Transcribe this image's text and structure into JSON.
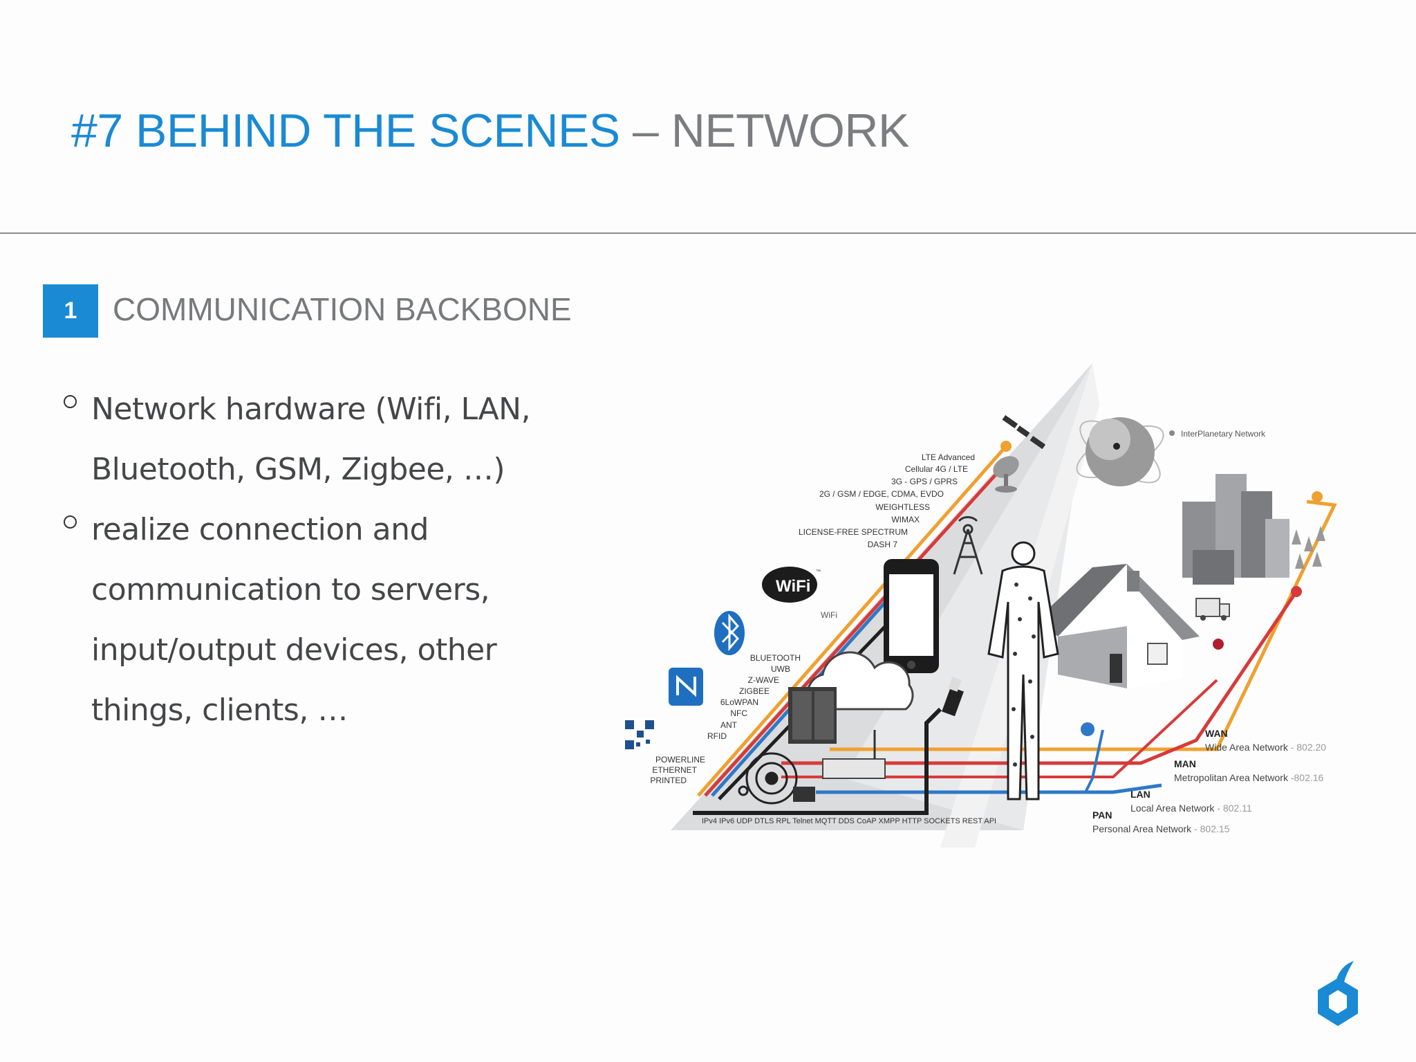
{
  "slide": {
    "title": {
      "number_part": "#7 BEHIND THE SCENES",
      "dash": " – ",
      "topic_part": "NETWORK"
    },
    "section": {
      "number": "1",
      "heading": "COMMUNICATION BACKBONE"
    },
    "bullets": [
      {
        "lines": [
          "Network hardware (Wifi, LAN,",
          "Bluetooth, GSM, Zigbee, …)"
        ]
      },
      {
        "lines": [
          "realize connection and",
          "communication to servers,",
          "input/output devices, other",
          "things, clients, …"
        ]
      }
    ]
  },
  "diagram": {
    "cellular_labels": [
      "LTE Advanced",
      "Cellular 4G / LTE",
      "3G - GPS / GPRS",
      "2G / GSM / EDGE, CDMA, EVDO",
      "WEIGHTLESS",
      "WIMAX",
      "LICENSE-FREE SPECTRUM",
      "DASH 7"
    ],
    "wifi_logo_text": "WiFi",
    "wifi_tm": "™",
    "wifi_label": "WiFi",
    "short_range_labels": [
      "BLUETOOTH",
      "UWB",
      "Z-WAVE",
      "ZIGBEE",
      "6LoWPAN",
      "NFC",
      "ANT",
      "RFID"
    ],
    "wired_labels": [
      "POWERLINE",
      "ETHERNET",
      "PRINTED"
    ],
    "protocols": "IPv4 IPv6 UDP DTLS RPL Telnet MQTT DDS CoAP XMPP HTTP SOCKETS REST API",
    "interplanetary": "InterPlanetary Network",
    "network_types": [
      {
        "abbr": "WAN",
        "name": "Wide Area Network",
        "standard": " - 802.20"
      },
      {
        "abbr": "MAN",
        "name": "Metropolitan Area Network",
        "standard": " -802.16"
      },
      {
        "abbr": "LAN",
        "name": "Local Area Network",
        "standard": " - 802.11"
      },
      {
        "abbr": "PAN",
        "name": "Personal Area Network",
        "standard": " - 802.15"
      }
    ],
    "colors": {
      "orange": "#f0a030",
      "red": "#d83a3a",
      "blue": "#2f78c8",
      "black": "#1f1f1f",
      "accent": "#1a8ad4"
    }
  }
}
